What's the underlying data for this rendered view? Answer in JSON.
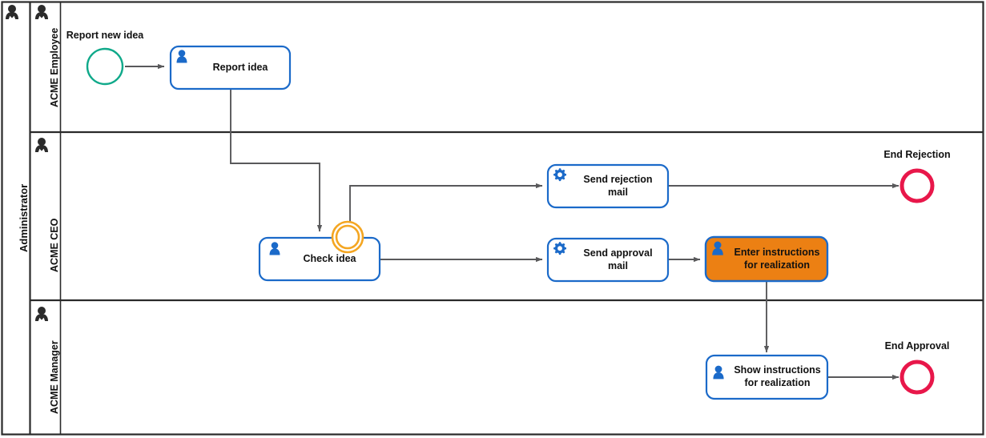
{
  "diagram": {
    "type": "bpmn-collaboration",
    "pool": {
      "name": "Administrator",
      "icon": "participant-icon"
    },
    "lanes": [
      {
        "id": "lane-employee",
        "name": "ACME Employee",
        "icon": "lane-person-icon"
      },
      {
        "id": "lane-ceo",
        "name": "ACME CEO",
        "icon": "lane-person-icon"
      },
      {
        "id": "lane-manager",
        "name": "ACME Manager",
        "icon": "lane-person-icon"
      }
    ],
    "events": [
      {
        "id": "start-report-new-idea",
        "kind": "start-event",
        "label": "Report new idea",
        "color": "#10a98a"
      },
      {
        "id": "boundary-check-idea",
        "kind": "boundary-event",
        "label": "",
        "color": "#f4a622"
      },
      {
        "id": "end-rejection",
        "kind": "end-event",
        "label": "End Rejection",
        "color": "#e8174a"
      },
      {
        "id": "end-approval",
        "kind": "end-event",
        "label": "End Approval",
        "color": "#e8174a"
      }
    ],
    "tasks": [
      {
        "id": "task-report-idea",
        "label": "Report idea",
        "icon": "user-task-icon",
        "lane": "ACME Employee",
        "fill": "#ffffff",
        "stroke": "#1b6ac9"
      },
      {
        "id": "task-check-idea",
        "label": "Check idea",
        "icon": "user-task-icon",
        "lane": "ACME CEO",
        "fill": "#ffffff",
        "stroke": "#1b6ac9"
      },
      {
        "id": "task-send-rejection-mail",
        "label": "Send rejection\nmail",
        "icon": "service-task-icon",
        "lane": "ACME CEO",
        "fill": "#ffffff",
        "stroke": "#1b6ac9"
      },
      {
        "id": "task-send-approval-mail",
        "label": "Send approval\nmail",
        "icon": "service-task-icon",
        "lane": "ACME CEO",
        "fill": "#ffffff",
        "stroke": "#1b6ac9"
      },
      {
        "id": "task-enter-instructions",
        "label": "Enter instructions\nfor realization",
        "icon": "user-task-icon",
        "lane": "ACME CEO",
        "fill": "#ec8013",
        "stroke": "#1b6ac9"
      },
      {
        "id": "task-show-instructions",
        "label": "Show instructions\nfor realization",
        "icon": "user-task-icon",
        "lane": "ACME Manager",
        "fill": "#ffffff",
        "stroke": "#1b6ac9"
      }
    ],
    "flows": [
      {
        "id": "flow-start-to-report",
        "from": "start-report-new-idea",
        "to": "task-report-idea"
      },
      {
        "id": "flow-report-to-check",
        "from": "task-report-idea",
        "to": "task-check-idea"
      },
      {
        "id": "flow-boundary-to-rejection",
        "from": "boundary-check-idea",
        "to": "task-send-rejection-mail"
      },
      {
        "id": "flow-check-to-approval",
        "from": "task-check-idea",
        "to": "task-send-approval-mail"
      },
      {
        "id": "flow-rejection-to-end",
        "from": "task-send-rejection-mail",
        "to": "end-rejection"
      },
      {
        "id": "flow-approval-to-enter",
        "from": "task-send-approval-mail",
        "to": "task-enter-instructions"
      },
      {
        "id": "flow-enter-to-show",
        "from": "task-enter-instructions",
        "to": "task-show-instructions"
      },
      {
        "id": "flow-show-to-end",
        "from": "task-show-instructions",
        "to": "end-approval"
      }
    ],
    "colors": {
      "task_stroke": "#1b6ac9",
      "task_icon": "#1b6ac9",
      "highlight_fill": "#ec8013",
      "start_event": "#10a98a",
      "end_event": "#e8174a",
      "boundary_event": "#f4a622",
      "connector": "#59595b",
      "pool_border": "#2a2a2a",
      "text": "#111111"
    }
  }
}
